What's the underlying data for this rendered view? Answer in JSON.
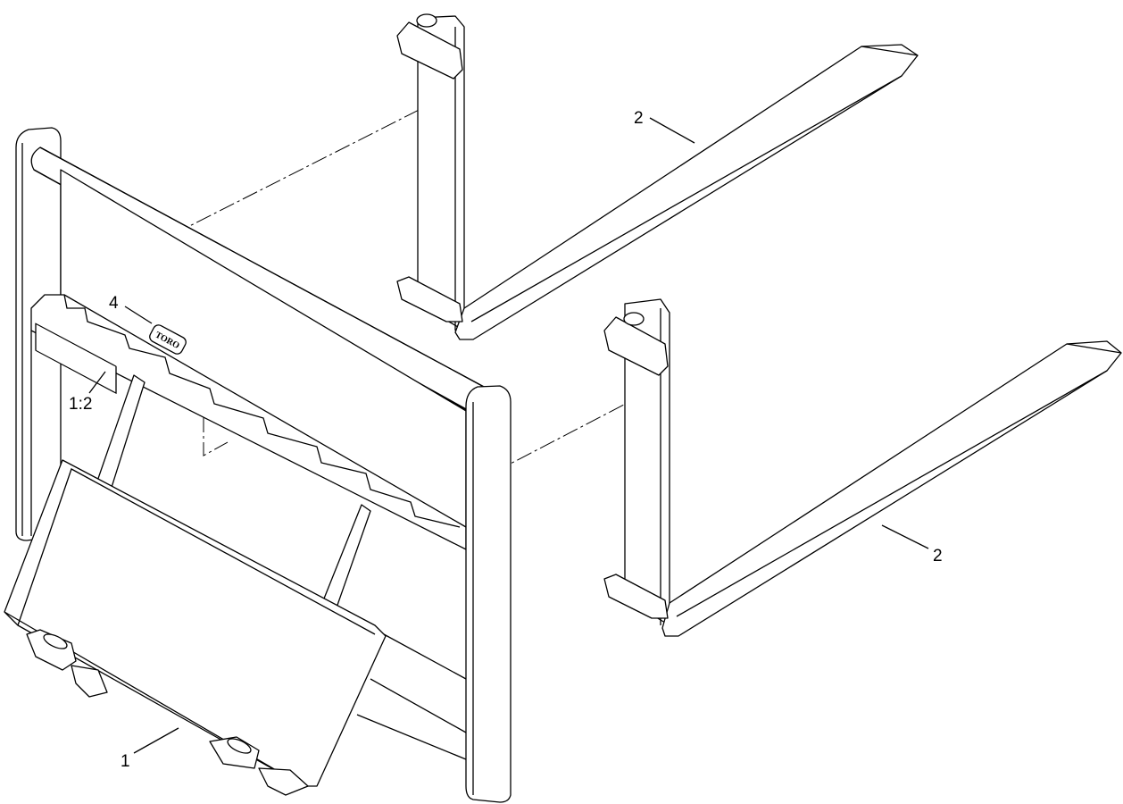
{
  "diagram": {
    "callouts": [
      {
        "id": "fork-upper",
        "text": "2"
      },
      {
        "id": "fork-lower",
        "text": "2"
      },
      {
        "id": "decal-logo",
        "text": "4"
      },
      {
        "id": "decal-plate",
        "text": "1:2"
      },
      {
        "id": "frame",
        "text": "1"
      }
    ],
    "logo_text": "TORO"
  }
}
